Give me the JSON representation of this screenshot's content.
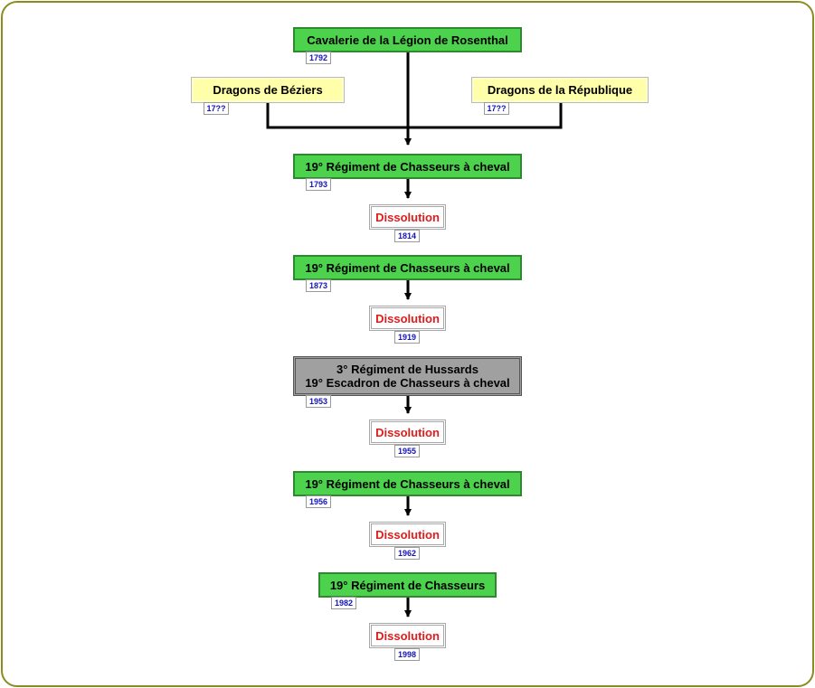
{
  "nodes": {
    "origin": {
      "label": "Cavalerie de la Légion de Rosenthal",
      "year": "1792"
    },
    "dragons_beziers": {
      "label": "Dragons de Béziers",
      "year": "17??"
    },
    "dragons_republique": {
      "label": "Dragons de la République",
      "year": "17??"
    },
    "rcc_1793": {
      "label": "19° Régiment de Chasseurs à cheval",
      "year": "1793"
    },
    "dissolution_1814": {
      "label": "Dissolution",
      "year": "1814"
    },
    "rcc_1873": {
      "label": "19° Régiment de Chasseurs à cheval",
      "year": "1873"
    },
    "dissolution_1919": {
      "label": "Dissolution",
      "year": "1919"
    },
    "hussards_1953": {
      "label_line1": "3° Régiment de Hussards",
      "label_line2": "19° Escadron de Chasseurs à cheval",
      "year": "1953"
    },
    "dissolution_1955": {
      "label": "Dissolution",
      "year": "1955"
    },
    "rcc_1956": {
      "label": "19° Régiment de Chasseurs à cheval",
      "year": "1956"
    },
    "dissolution_1962": {
      "label": "Dissolution",
      "year": "1962"
    },
    "rc_1982": {
      "label": "19° Régiment de Chasseurs",
      "year": "1982"
    },
    "dissolution_1998": {
      "label": "Dissolution",
      "year": "1998"
    }
  },
  "colors": {
    "active_regiment": "#4cd24c",
    "merged_unit": "#ffffaa",
    "transformed_unit": "#a0a0a0",
    "dissolution_text": "#e31b1b",
    "year_text": "#1515b8",
    "frame_border": "#8c8c1e"
  }
}
